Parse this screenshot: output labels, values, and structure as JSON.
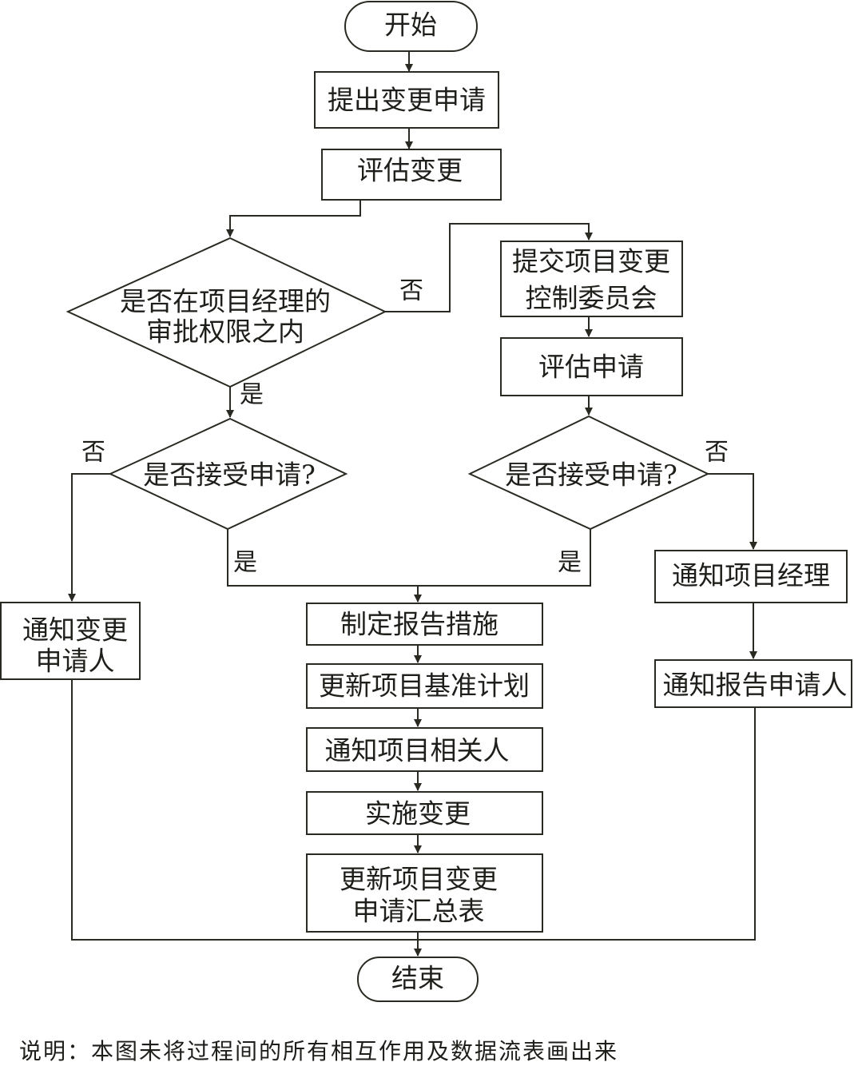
{
  "nodes": {
    "start": "开始",
    "submit": "提出变更申请",
    "evaluate": "评估变更",
    "authority_q_line1": "是否在项目经理的",
    "authority_q_line2": "审批权限之内",
    "committee_line1": "提交项目变更",
    "committee_line2": "控制委员会",
    "evaluate_request": "评估申请",
    "accept_q_left": "是否接受申请?",
    "accept_q_right": "是否接受申请?",
    "notify_pm": "通知项目经理",
    "notify_requester_line1": "通知变更",
    "notify_requester_line2": "申请人",
    "notify_report_requester": "通知报告申请人",
    "make_report": "制定报告措施",
    "update_baseline": "更新项目基准计划",
    "notify_stakeholders": "通知项目相关人",
    "implement": "实施变更",
    "update_summary_line1": "更新项目变更",
    "update_summary_line2": "申请汇总表",
    "end": "结束"
  },
  "labels": {
    "no_authority": "否",
    "yes_authority": "是",
    "no_left": "否",
    "yes_left": "是",
    "yes_right": "是",
    "no_right": "否"
  },
  "note": "说明：本图未将过程间的所有相互作用及数据流表画出来"
}
